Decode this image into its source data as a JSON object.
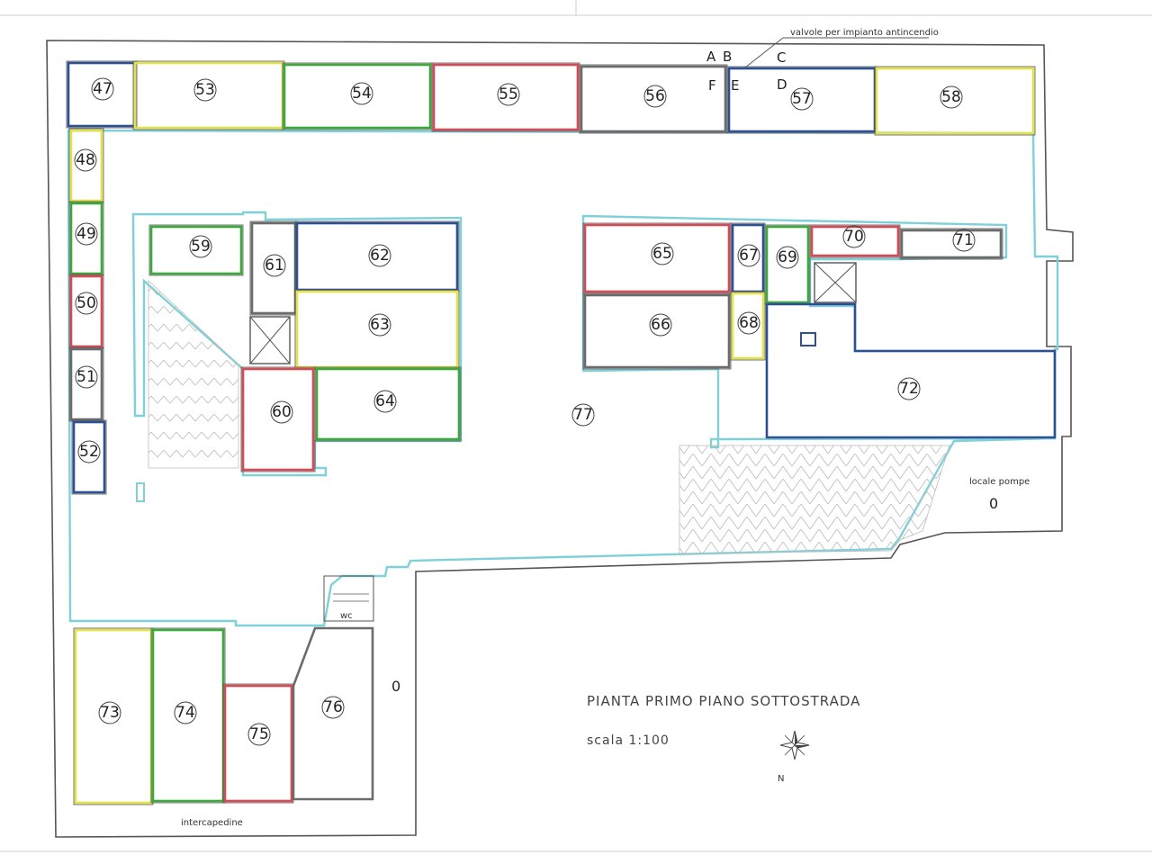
{
  "colors": {
    "blue": "#2e4f95",
    "yellow": "#e2e24a",
    "green": "#3aaa3a",
    "red": "#d64a55",
    "gray": "#6b6b6b",
    "cyan": "#7fd0d8"
  },
  "labels": {
    "valves": "valvole per impianto antincendio",
    "letters": [
      "A",
      "B",
      "C",
      "D",
      "E",
      "F"
    ],
    "title": "PIANTA PRIMO PIANO SOTTOSTRADA",
    "scale": "scala 1:100",
    "pump_room": "locale pompe",
    "pump_room_level": "0",
    "side_level": "0",
    "wc": "wc",
    "cavity": "intercapedine",
    "north": "N"
  },
  "rooms": [
    {
      "number": "47",
      "color": "blue"
    },
    {
      "number": "53",
      "color": "yellow"
    },
    {
      "number": "54",
      "color": "green"
    },
    {
      "number": "55",
      "color": "red"
    },
    {
      "number": "56",
      "color": "gray"
    },
    {
      "number": "57",
      "color": "blue"
    },
    {
      "number": "58",
      "color": "yellow"
    },
    {
      "number": "48",
      "color": "yellow"
    },
    {
      "number": "49",
      "color": "green"
    },
    {
      "number": "50",
      "color": "red"
    },
    {
      "number": "51",
      "color": "gray"
    },
    {
      "number": "52",
      "color": "blue"
    },
    {
      "number": "59",
      "color": "green"
    },
    {
      "number": "61",
      "color": "gray"
    },
    {
      "number": "62",
      "color": "blue"
    },
    {
      "number": "63",
      "color": "yellow"
    },
    {
      "number": "60",
      "color": "red"
    },
    {
      "number": "64",
      "color": "green"
    },
    {
      "number": "65",
      "color": "red"
    },
    {
      "number": "67",
      "color": "blue"
    },
    {
      "number": "69",
      "color": "green"
    },
    {
      "number": "70",
      "color": "red"
    },
    {
      "number": "71",
      "color": "gray"
    },
    {
      "number": "66",
      "color": "gray"
    },
    {
      "number": "68",
      "color": "yellow"
    },
    {
      "number": "72",
      "color": "blue"
    },
    {
      "number": "73",
      "color": "yellow"
    },
    {
      "number": "74",
      "color": "green"
    },
    {
      "number": "75",
      "color": "red"
    },
    {
      "number": "76",
      "color": "gray"
    },
    {
      "number": "77",
      "color": "cyan"
    }
  ]
}
